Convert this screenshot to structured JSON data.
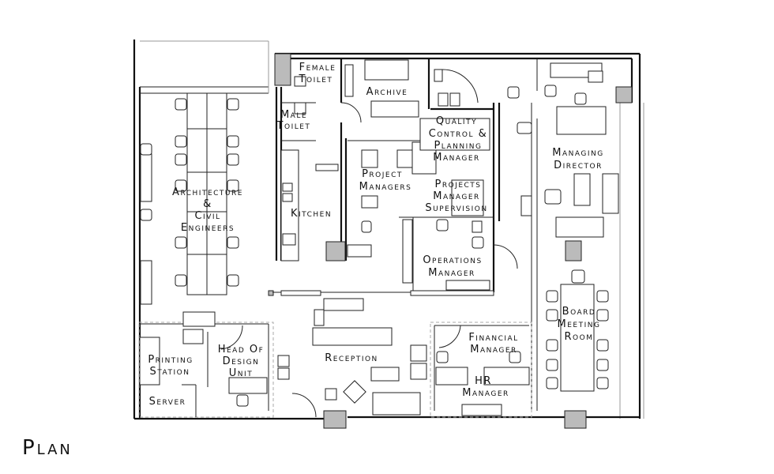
{
  "drawing": {
    "title": "Plan",
    "rooms": [
      {
        "id": "female-toilet",
        "lines": [
          "Female",
          "Toilet"
        ]
      },
      {
        "id": "archive",
        "lines": [
          "Archive"
        ]
      },
      {
        "id": "male-toilet",
        "lines": [
          "Male",
          "Toilet"
        ]
      },
      {
        "id": "quality-control",
        "lines": [
          "Quality",
          "Control &",
          "Planning",
          "Manager"
        ]
      },
      {
        "id": "managing-director",
        "lines": [
          "Managing",
          "Director"
        ]
      },
      {
        "id": "project-managers",
        "lines": [
          "Project",
          "Managers"
        ]
      },
      {
        "id": "projects-manager-supervision",
        "lines": [
          "Projects",
          "Manager",
          "Supervision"
        ]
      },
      {
        "id": "architecture",
        "lines": [
          "Architecture",
          "&",
          "Civil",
          "Engineers"
        ]
      },
      {
        "id": "kitchen",
        "lines": [
          "Kitchen"
        ]
      },
      {
        "id": "operations-manager",
        "lines": [
          "Operations",
          "Manager"
        ]
      },
      {
        "id": "board-meeting-room",
        "lines": [
          "Board",
          "Meeting",
          "Room"
        ]
      },
      {
        "id": "financial-manager",
        "lines": [
          "Financial",
          "Manager"
        ]
      },
      {
        "id": "printing-station",
        "lines": [
          "Printing",
          "Station"
        ]
      },
      {
        "id": "head-of-design",
        "lines": [
          "Head Of",
          "Design",
          "Unit"
        ]
      },
      {
        "id": "reception",
        "lines": [
          "Reception"
        ]
      },
      {
        "id": "hr-manager",
        "lines": [
          "HR",
          "Manager"
        ]
      },
      {
        "id": "server",
        "lines": [
          "Server"
        ]
      }
    ]
  }
}
